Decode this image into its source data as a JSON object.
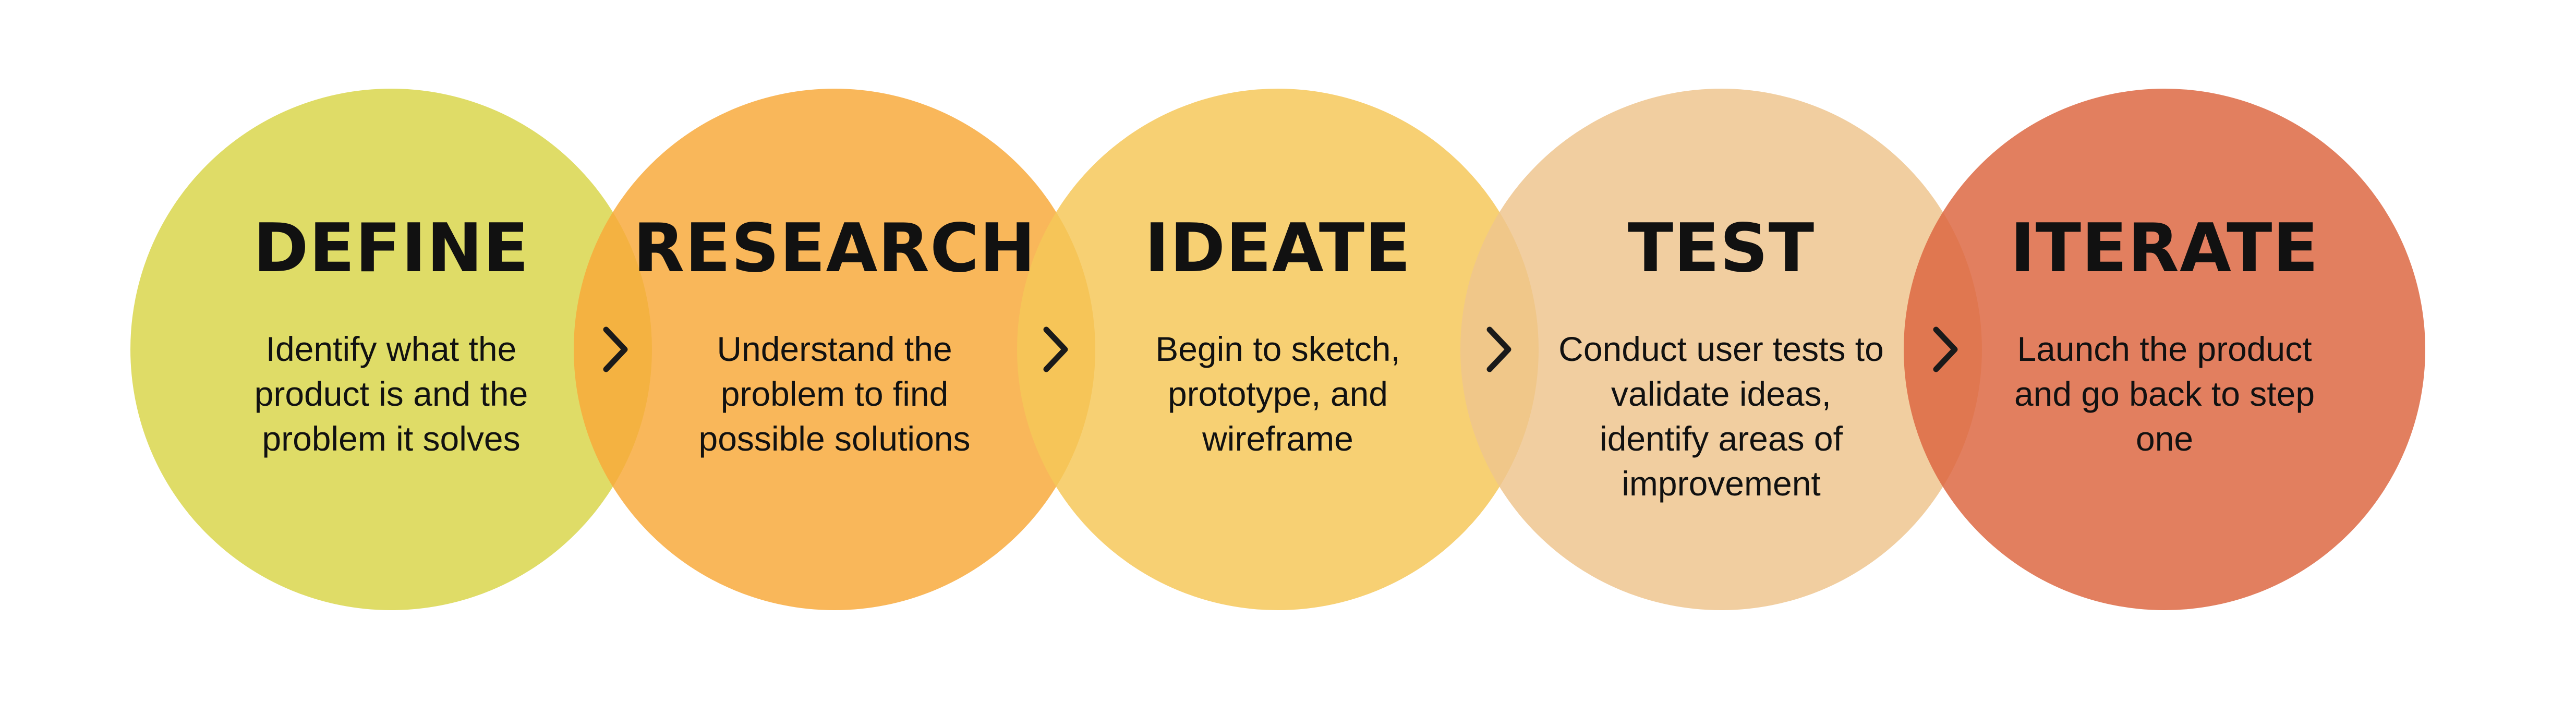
{
  "colors": {
    "define": "#d9d54a",
    "research": "#f8a93a",
    "ideate": "#f6c758",
    "test": "#eec58e",
    "iterate": "#dd6640",
    "arrow": "#1a1a1a"
  },
  "steps": [
    {
      "title": "DEFINE",
      "description": "Identify what the product is and the problem it solves"
    },
    {
      "title": "RESEARCH",
      "description": "Understand the problem to find possible solutions"
    },
    {
      "title": "IDEATE",
      "description": "Begin to sketch, prototype, and wireframe"
    },
    {
      "title": "TEST",
      "description": "Conduct user tests to validate ideas, identify areas of improvement"
    },
    {
      "title": "ITERATE",
      "description": "Launch the product and go back to step one"
    }
  ],
  "arrows": [
    {
      "icon": "chevron-right-icon"
    },
    {
      "icon": "chevron-right-icon"
    },
    {
      "icon": "chevron-right-icon"
    },
    {
      "icon": "chevron-right-icon"
    }
  ]
}
